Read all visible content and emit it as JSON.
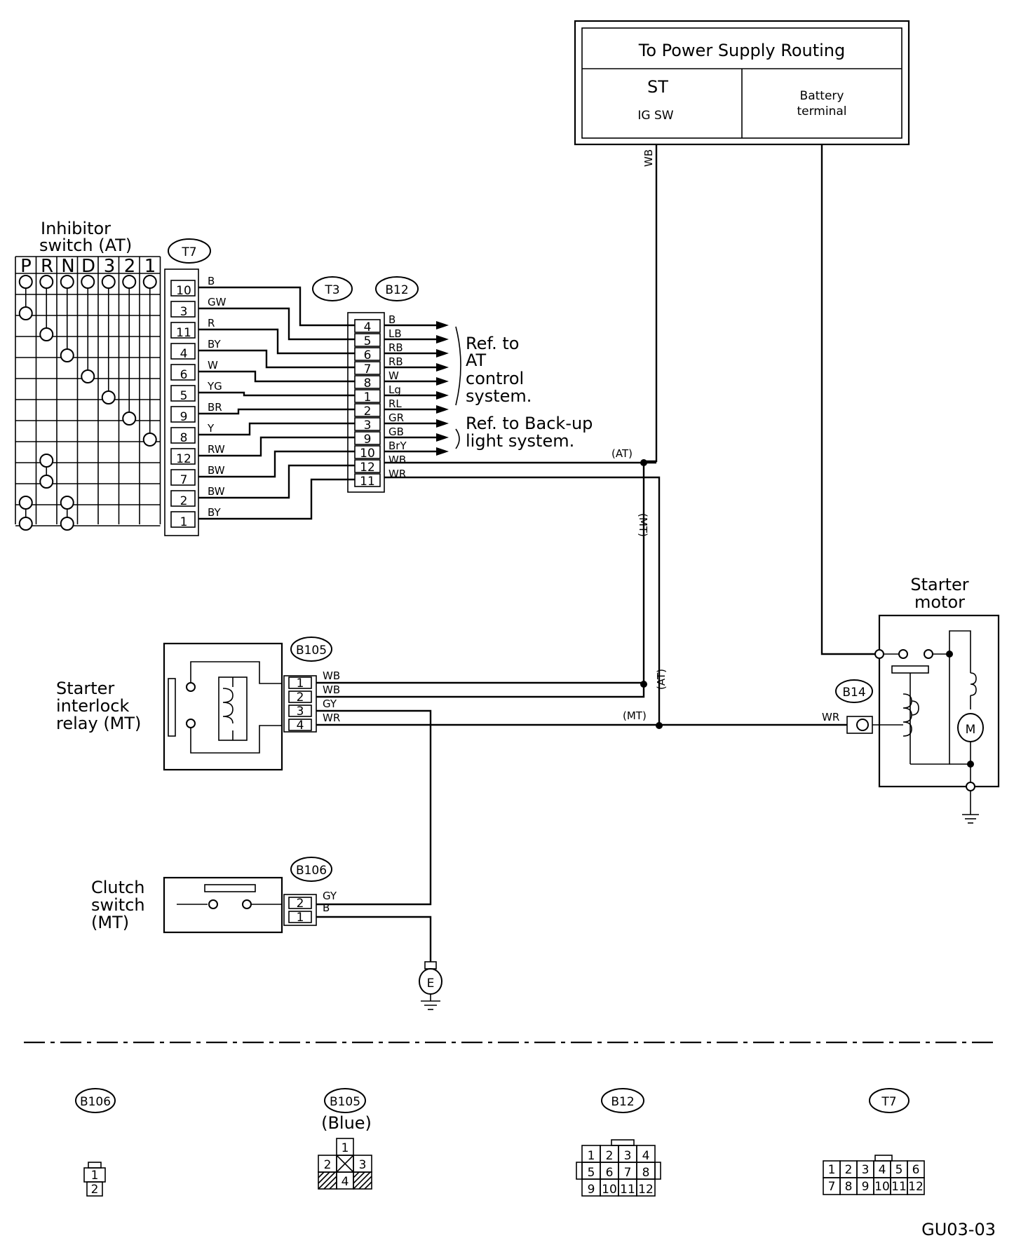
{
  "power_supply": {
    "title": "To Power Supply Routing",
    "st": "ST",
    "igsw": "IG SW",
    "battery_line1": "Battery",
    "battery_line2": "terminal"
  },
  "wires": {
    "wb_vertical": "WB",
    "at_tag": "(AT)",
    "mt_tag": "(MT)",
    "at_vert": "(AT)",
    "mt_vert": "(MT)",
    "wr_starter": "WR"
  },
  "inhibitor": {
    "title_line1": "Inhibitor",
    "title_line2": "switch (AT)",
    "positions": [
      "P",
      "R",
      "N",
      "D",
      "3",
      "2",
      "1"
    ],
    "connector_tag": "T7",
    "pins": [
      "10",
      "3",
      "11",
      "4",
      "6",
      "5",
      "9",
      "8",
      "12",
      "7",
      "2",
      "1"
    ],
    "colors": [
      "B",
      "GW",
      "R",
      "BY",
      "W",
      "YG",
      "BR",
      "Y",
      "RW",
      "BW",
      "BW",
      "BY"
    ]
  },
  "junction": {
    "tag_t3": "T3",
    "tag_b12": "B12",
    "pins": [
      "4",
      "5",
      "6",
      "7",
      "8",
      "1",
      "2",
      "3",
      "9",
      "10",
      "12",
      "11"
    ],
    "colors": [
      "B",
      "LB",
      "RB",
      "RB",
      "W",
      "Lg",
      "RL",
      "GR",
      "GB",
      "BrY",
      "WB",
      "WR"
    ]
  },
  "refs": {
    "at_line1": "Ref. to",
    "at_line2": "AT",
    "at_line3": "control",
    "at_line4": "system.",
    "backup_line1": "Ref. to Back-up",
    "backup_line2": "light system."
  },
  "relay": {
    "title_line1": "Starter",
    "title_line2": "interlock",
    "title_line3": "relay (MT)",
    "tag": "B105",
    "pins": [
      "1",
      "2",
      "3",
      "4"
    ],
    "colors": [
      "WB",
      "WB",
      "GY",
      "WR"
    ]
  },
  "clutch": {
    "title_line1": "Clutch",
    "title_line2": "switch",
    "title_line3": "(MT)",
    "tag": "B106",
    "pins": [
      "2",
      "1"
    ],
    "colors": [
      "GY",
      "B"
    ]
  },
  "ground": {
    "label": "E"
  },
  "starter": {
    "title_line1": "Starter",
    "title_line2": "motor",
    "tag": "B14",
    "motor_label": "M"
  },
  "legend": {
    "b106": {
      "tag": "B106",
      "pins": [
        "1",
        "2"
      ]
    },
    "b105": {
      "tag": "B105",
      "note": "(Blue)",
      "pins": [
        "1",
        "2",
        "3",
        "4"
      ]
    },
    "b12": {
      "tag": "B12",
      "pins": [
        "1",
        "2",
        "3",
        "4",
        "5",
        "6",
        "7",
        "8",
        "9",
        "10",
        "11",
        "12"
      ]
    },
    "t7": {
      "tag": "T7",
      "pins": [
        "1",
        "2",
        "3",
        "4",
        "5",
        "6",
        "7",
        "8",
        "9",
        "10",
        "11",
        "12"
      ]
    }
  },
  "code": "GU03-03"
}
